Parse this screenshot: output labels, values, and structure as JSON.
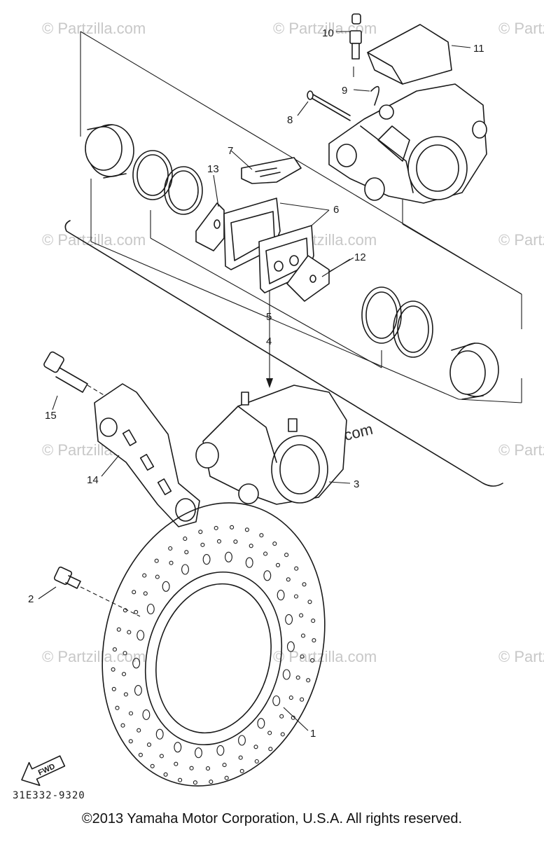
{
  "diagram": {
    "callouts": [
      "1",
      "2",
      "3",
      "4",
      "5",
      "6",
      "7",
      "8",
      "9",
      "10",
      "11",
      "12",
      "13",
      "14",
      "15"
    ],
    "watermark": "© Partzilla.com",
    "watermark_center": "© Partzilla.com",
    "fwd_label": "FWD",
    "drawing_code": "31E332-9320"
  },
  "footer": {
    "copyright": "©2013 Yamaha Motor Corporation, U.S.A. All rights reserved."
  }
}
